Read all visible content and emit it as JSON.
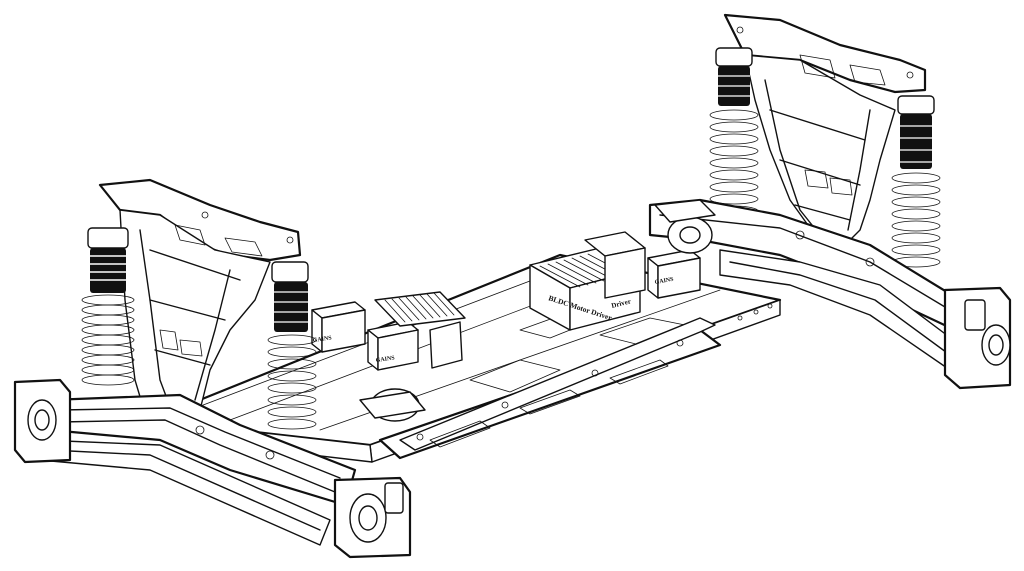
{
  "labels": {
    "motor_driver_front": "BLDC Motor Driver",
    "motor_driver_side": "Driver",
    "gains_1": "GAINS",
    "gains_2": "GAINS",
    "gains_3": "GAINS"
  }
}
